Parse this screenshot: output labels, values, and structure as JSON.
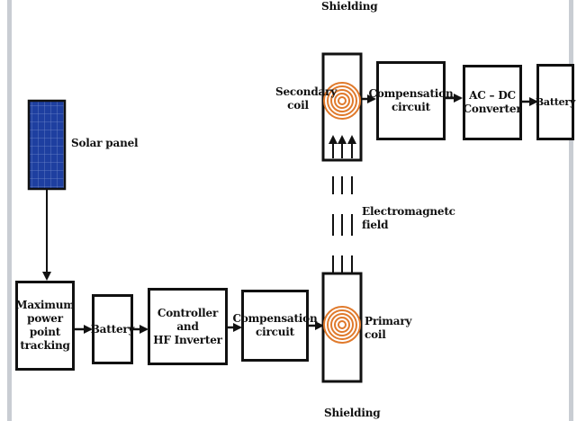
{
  "labels": {
    "shielding_top": "Shielding",
    "shielding_bottom": "Shielding",
    "secondary_coil": "Secondary\ncoil",
    "primary_coil": "Primary\ncoil",
    "solar_panel": "Solar panel",
    "em_field": "Electromagnetc\nfield"
  },
  "blocks": {
    "mppt": "Maximum\npower point\ntracking",
    "battery_1": "Battery",
    "controller": "Controller and\nHF Inverter",
    "comp_primary": "Compensation\ncircuit",
    "comp_secondary": "Compensation\ncircuit",
    "acdc": "AC – DC\nConverter",
    "battery_2": "Battery"
  },
  "colors": {
    "coil": "#e07a2c",
    "panel": "#1e3fa0",
    "frame": "#c9cdd3",
    "line": "#111111"
  }
}
